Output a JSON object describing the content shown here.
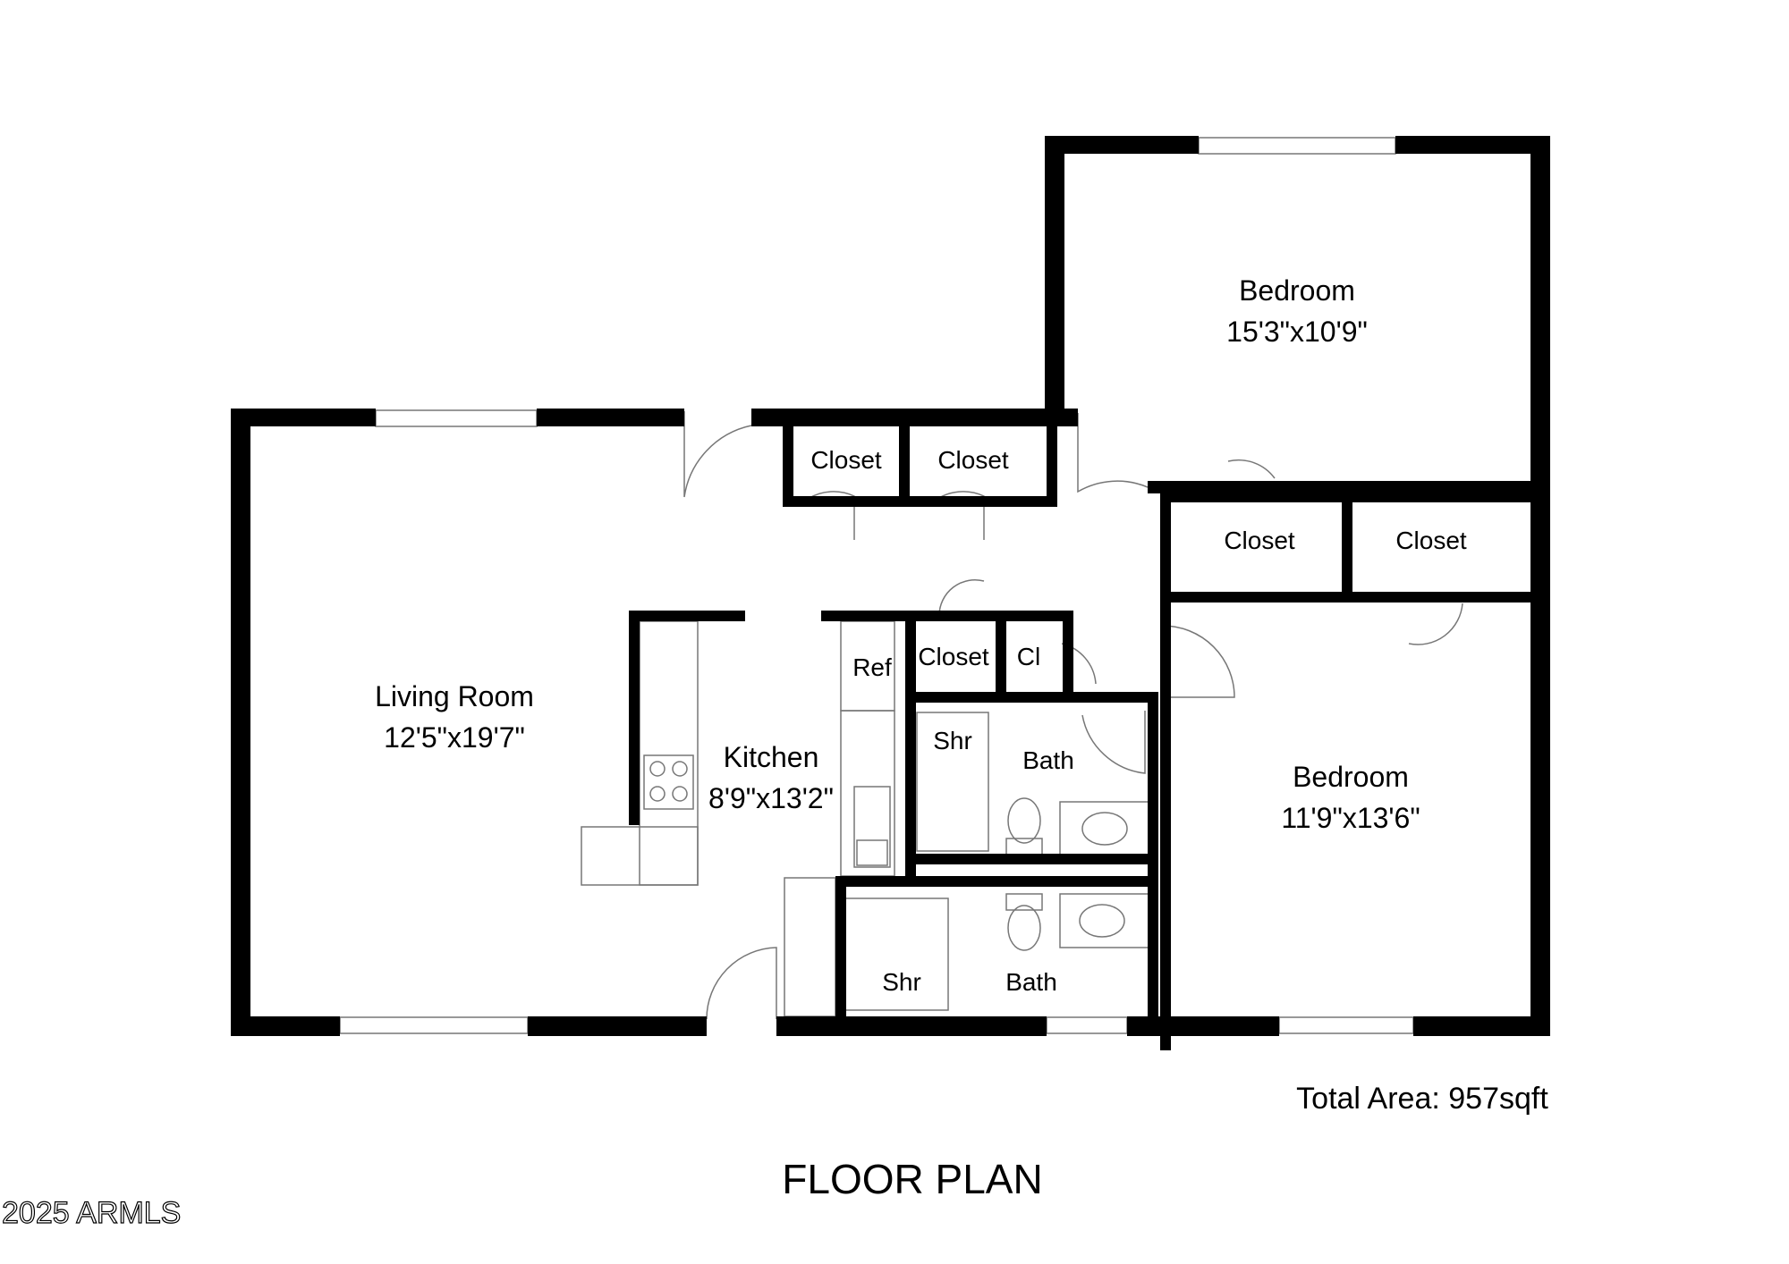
{
  "rooms": {
    "bedroom_top": {
      "name": "Bedroom",
      "dims": "15'3\"x10'9\""
    },
    "bedroom_right": {
      "name": "Bedroom",
      "dims": "11'9\"x13'6\""
    },
    "living_room": {
      "name": "Living Room",
      "dims": "12'5\"x19'7\""
    },
    "kitchen": {
      "name": "Kitchen",
      "dims": "8'9\"x13'2\""
    },
    "closet_1": "Closet",
    "closet_2": "Closet",
    "closet_3": "Closet",
    "closet_4": "Closet",
    "closet_5": "Closet",
    "closet_small": "Cl",
    "ref": "Ref",
    "bath_1": "Bath",
    "bath_2": "Bath",
    "shr_1": "Shr",
    "shr_2": "Shr"
  },
  "total_area": "Total Area: 957sqft",
  "title": "FLOOR PLAN",
  "watermark": "2025 ARMLS"
}
